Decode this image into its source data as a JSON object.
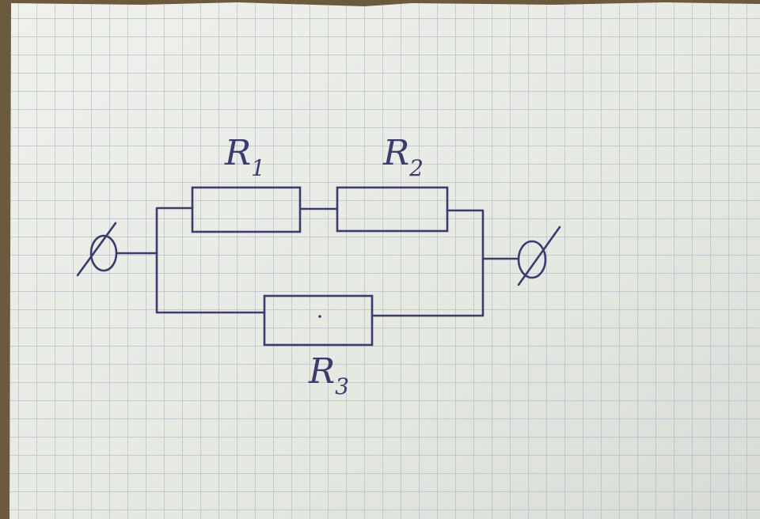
{
  "diagram": {
    "resistors": [
      {
        "letter": "R",
        "index": "1"
      },
      {
        "letter": "R",
        "index": "2"
      },
      {
        "letter": "R",
        "index": "3"
      }
    ]
  },
  "colors": {
    "ink": "#3d3a6e",
    "paper": "#e9ebe6",
    "grid": "#aab6c8",
    "table": "#6b5a3e"
  }
}
